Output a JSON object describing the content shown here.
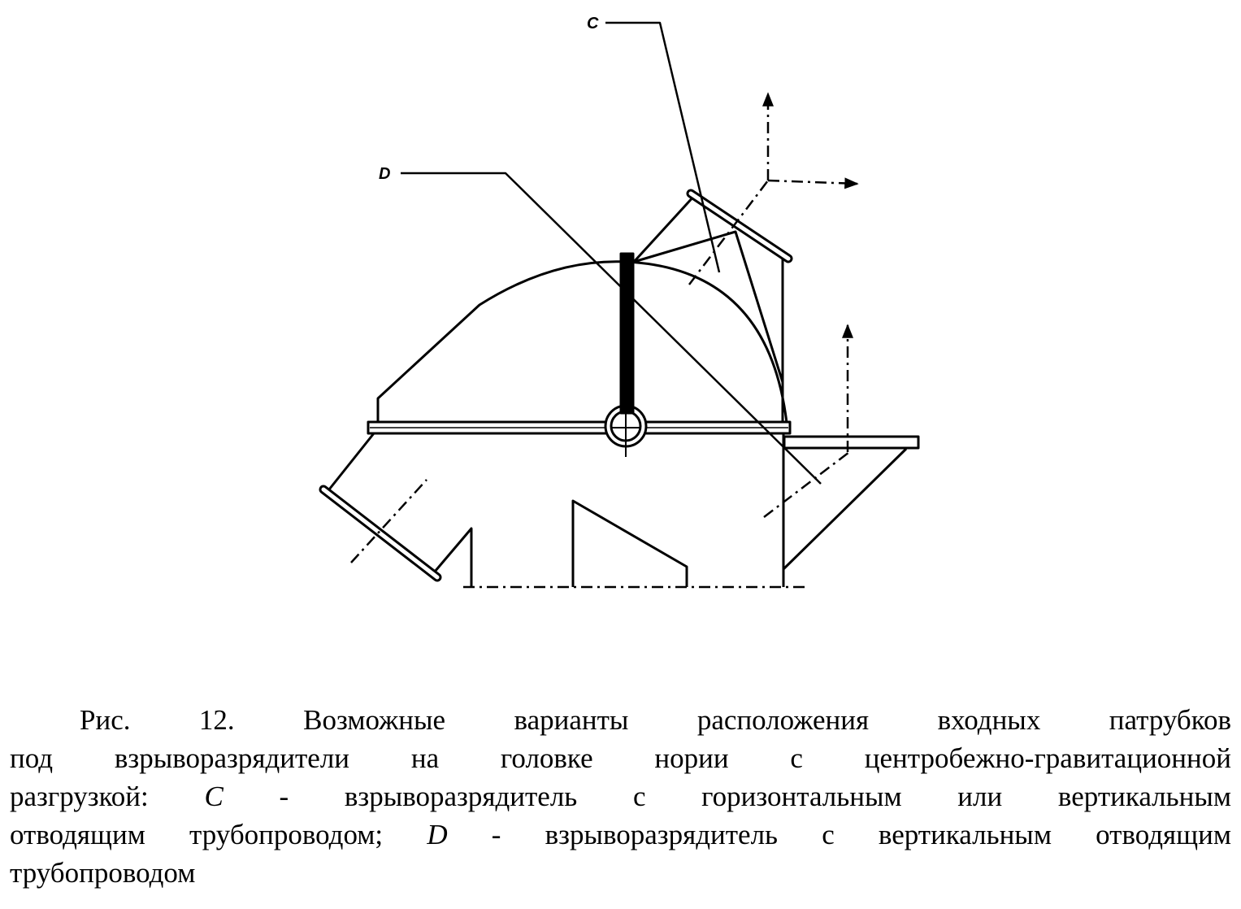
{
  "figure": {
    "labels": {
      "c": "C",
      "d": "D"
    }
  },
  "caption": {
    "line1": "Рис. 12. Возможные варианты расположения входных патрубков",
    "line2": "под взрыворазрядители на головке нории с центробежно-гравитационной",
    "line3a": "разгрузкой: ",
    "line3c": "C",
    "line3b": " - взрыворазрядитель с горизонтальным или вертикальным",
    "line4a": "отводящим трубопроводом; ",
    "line4d": "D",
    "line4b": " - взрыворазрядитель с вертикальным отводящим",
    "line5": "трубопроводом"
  }
}
